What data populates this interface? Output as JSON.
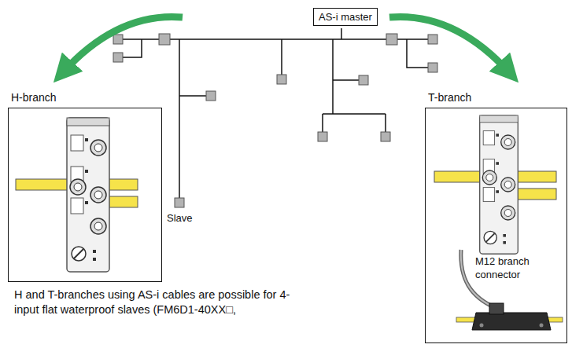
{
  "diagram": {
    "nodes": [
      {
        "text": [
          "AS-i master"
        ]
      },
      {
        "text": [
          "H-branch"
        ]
      },
      {
        "text": [
          "T-branch"
        ]
      }
    ],
    "labels": [
      "Slave",
      "M12 branch connector",
      "H and T-branches using AS-i cables are possible for 4-input flat waterproof slaves (FM6D1-40XX□,"
    ]
  }
}
